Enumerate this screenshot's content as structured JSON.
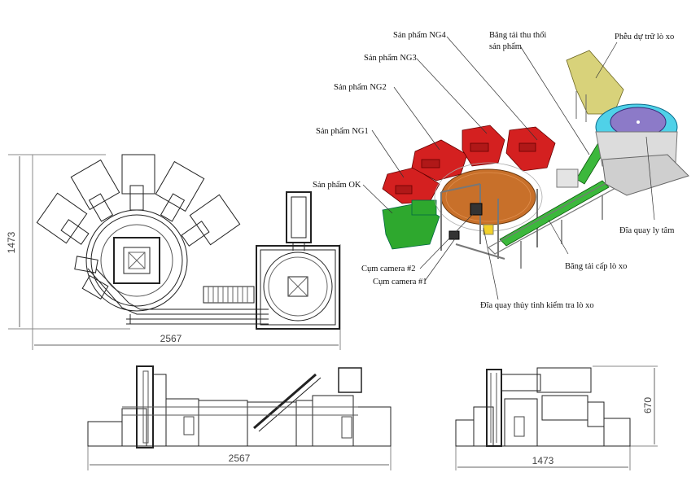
{
  "dimensions": {
    "top_width": "2567",
    "top_height": "1473",
    "front_width": "2567",
    "side_width": "1473",
    "side_height": "670"
  },
  "labels": {
    "ng4": "Sản phẩm NG4",
    "ng3": "Sản phẩm NG3",
    "ng2": "Sản phẩm NG2",
    "ng1": "Sản phẩm NG1",
    "ok": "Sản phẩm OK",
    "collect_line1": "Băng tải thu thổi",
    "collect_line2": "sản phẩm",
    "hopper": "Phễu dự trữ lò xo",
    "cup_disc": "Đĩa quay ly tâm",
    "feed_conveyor": "Băng tải cấp lò xo",
    "camera2": "Cụm camera #2",
    "camera1": "Cụm camera #1",
    "glass_disc": "Đĩa quay thủy tinh kiểm tra lò xo"
  },
  "colors": {
    "ng_bins": "#d42020",
    "ok_bin": "#2ea82e",
    "glass_disc": "#c8702a",
    "centrifugal_disc": "#4fd1e8",
    "centrifugal_center": "#8c7ac8",
    "hopper": "#d8d27a",
    "feed_conveyor": "#3cb83c",
    "frame": "#9a9a9a"
  }
}
